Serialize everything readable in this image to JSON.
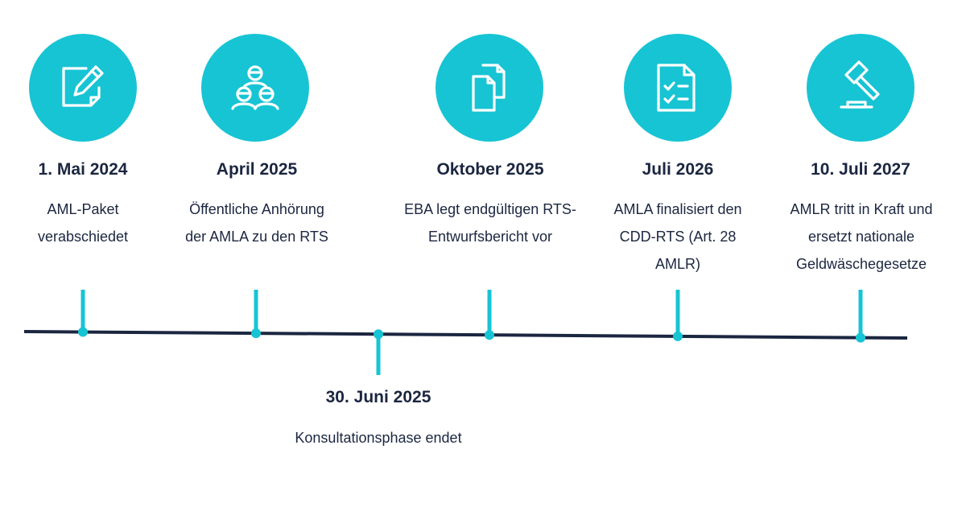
{
  "colors": {
    "accent": "#17c4d4",
    "line": "#1b2640",
    "text": "#1b2640"
  },
  "milestones": [
    {
      "date": "1. Mai 2024",
      "description": "AML-Paket verabschiedet",
      "icon": "document-pen-icon"
    },
    {
      "date": "April 2025",
      "description": "Öffentliche Anhörung der AMLA zu den RTS",
      "icon": "group-people-icon"
    },
    {
      "date": "Oktober 2025",
      "description": "EBA legt endgültigen RTS-Entwurfsbericht vor",
      "icon": "documents-stack-icon"
    },
    {
      "date": "Juli 2026",
      "description": "AMLA finalisiert den CDD-RTS (Art. 28 AMLR)",
      "icon": "checklist-icon"
    },
    {
      "date": "10. Juli 2027",
      "description": "AMLR tritt in Kraft und ersetzt nationale Geldwäschegesetze",
      "icon": "gavel-icon"
    }
  ],
  "below_milestone": {
    "date": "30. Juni 2025",
    "description": "Konsultationsphase endet"
  }
}
